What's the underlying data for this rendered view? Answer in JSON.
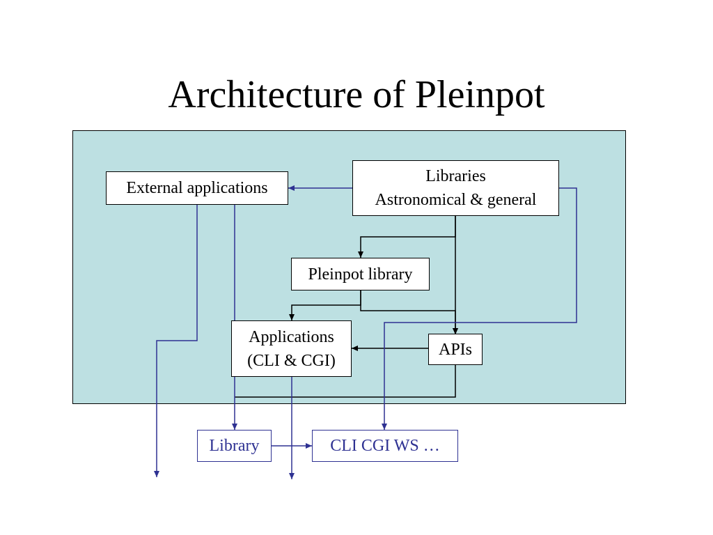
{
  "title": "Architecture of Pleinpot",
  "colors": {
    "panel_bg": "#bde0e2",
    "internal_edge": "#000000",
    "external_edge": "#2e3192",
    "output_text": "#2e3192"
  },
  "nodes": {
    "external_applications": "External applications",
    "libraries": {
      "line1": "Libraries",
      "line2": "Astronomical & general"
    },
    "pleinpot_library": "Pleinpot library",
    "applications": {
      "line1": "Applications",
      "line2": "(CLI & CGI)"
    },
    "apis": "APIs",
    "library_output": "Library",
    "cli_output": "CLI CGI WS …"
  }
}
